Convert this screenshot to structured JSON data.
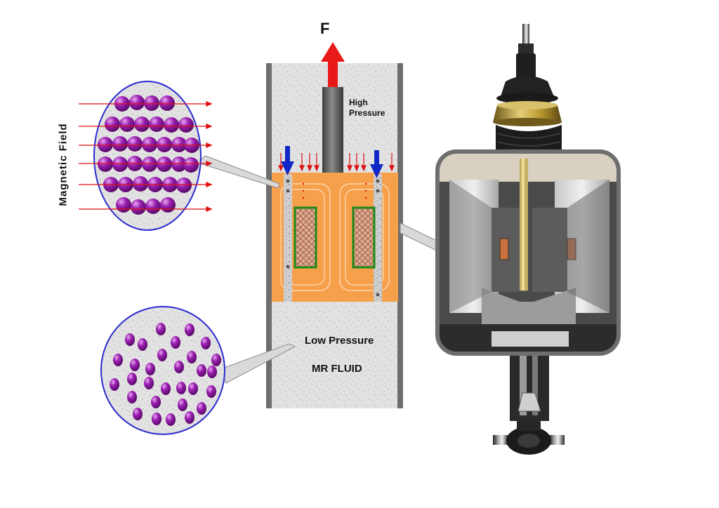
{
  "labels": {
    "force": "F",
    "high_pressure_line1": "High",
    "high_pressure_line2": "Pressure",
    "low_pressure": "Low Pressure",
    "mr_fluid": "MR FLUID",
    "magnetic_field": "Magnetic Field"
  },
  "colors": {
    "fluid": "#e3e3e3",
    "core": "#f7a04b",
    "coil_border": "#1a8a1a",
    "coil_fill": "#d8aa90",
    "particle": "#8a1a9a",
    "field_arrow": "#e01010",
    "flow_arrow": "#1028c8",
    "force_arrow": "#e81a1a",
    "lens_border": "#2a2ad0",
    "photo_frame": "#6e6e6e"
  },
  "icons": [
    "force-arrow-icon",
    "flow-arrow-icon",
    "field-arrow-icon",
    "particle-icon"
  ]
}
